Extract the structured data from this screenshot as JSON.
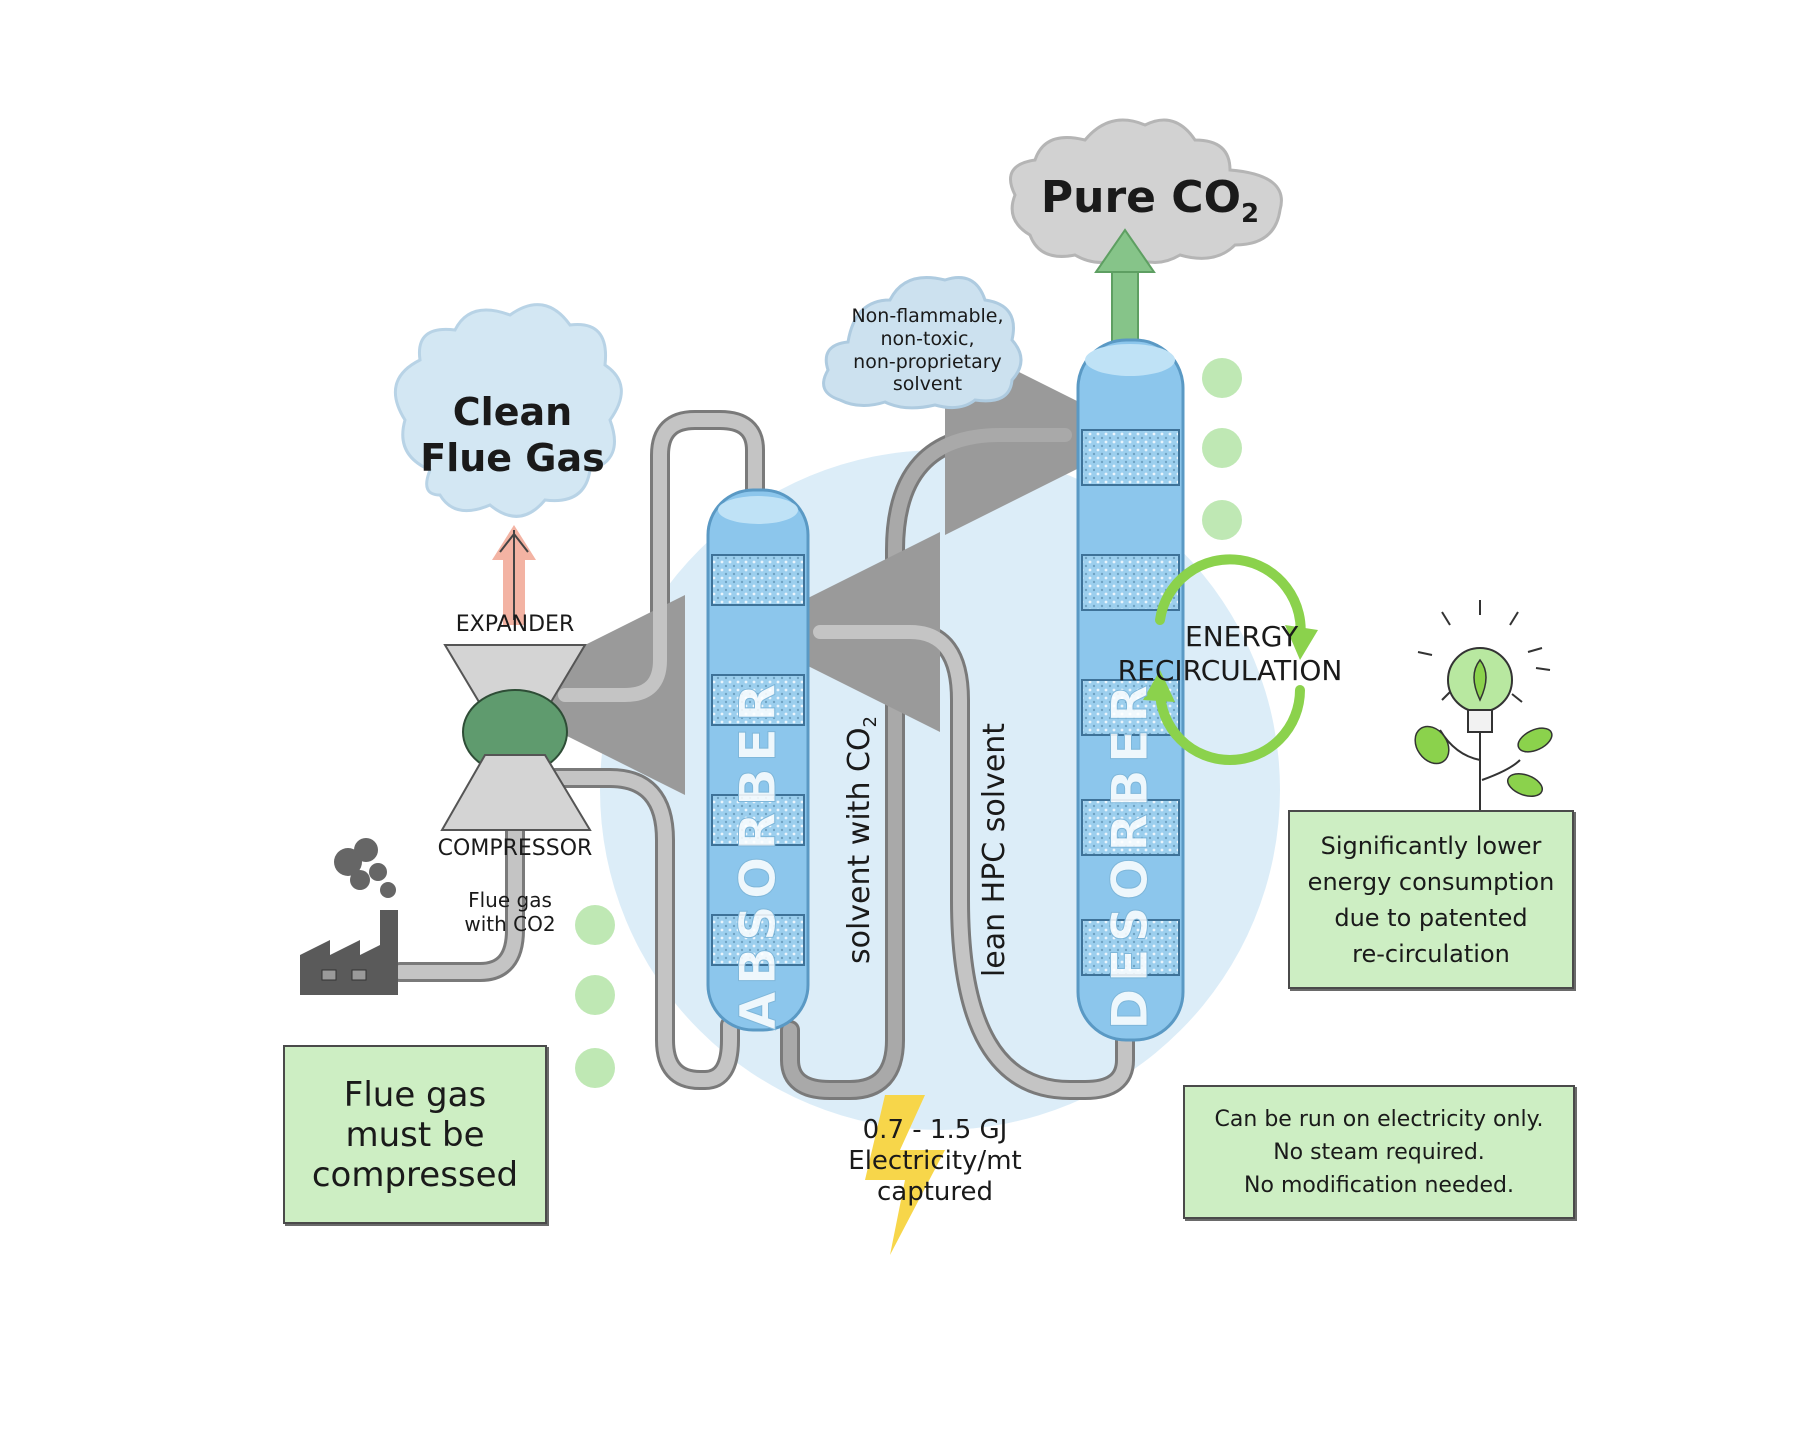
{
  "clouds": {
    "clean_flue_gas_line1": "Clean",
    "clean_flue_gas_line2": "Flue Gas",
    "pure_co2_main": "Pure CO",
    "pure_co2_sub": "2",
    "solvent_line1": "Non-flammable,",
    "solvent_line2": "non-toxic,",
    "solvent_line3": "non-proprietary",
    "solvent_line4": "solvent"
  },
  "turbomachine": {
    "expander_label": "EXPANDER",
    "compressor_label": "COMPRESSOR"
  },
  "factory": {
    "flue_gas_line1": "Flue gas",
    "flue_gas_line2": "with CO2"
  },
  "columns": {
    "absorber_label": "ABSORBER",
    "desorber_label": "DESORBER"
  },
  "streams": {
    "solvent_with_co2_main": "solvent with CO",
    "solvent_with_co2_sub": "2",
    "lean_solvent": "lean HPC solvent"
  },
  "energy": {
    "recirculation_line1": "ENERGY",
    "recirculation_line2": "RECIRCULATION",
    "electricity_line1": "0.7 - 1.5 GJ",
    "electricity_line2": "Electricity/mt",
    "electricity_line3": "captured"
  },
  "callouts": {
    "compressed_line1": "Flue gas",
    "compressed_line2": "must be",
    "compressed_line3": "compressed",
    "lower_energy_line1": "Significantly lower",
    "lower_energy_line2": "energy consumption",
    "lower_energy_line3": "due to patented",
    "lower_energy_line4": "re-circulation",
    "electricity_only_line1": "Can be run on electricity only.",
    "electricity_only_line2": "No steam required.",
    "electricity_only_line3": "No modification needed."
  },
  "colors": {
    "callout_fill": "#cdeec3",
    "column_blue": "#8cc6ec",
    "background_circle": "#dcedf8",
    "pipe_gray": "#c4c4c4",
    "recirculation_green": "#8bd24c",
    "co2_arrow_green": "#7fbf7f",
    "clean_gas_arrow": "#f3b3a3",
    "lightning_yellow": "#f7d64a"
  }
}
